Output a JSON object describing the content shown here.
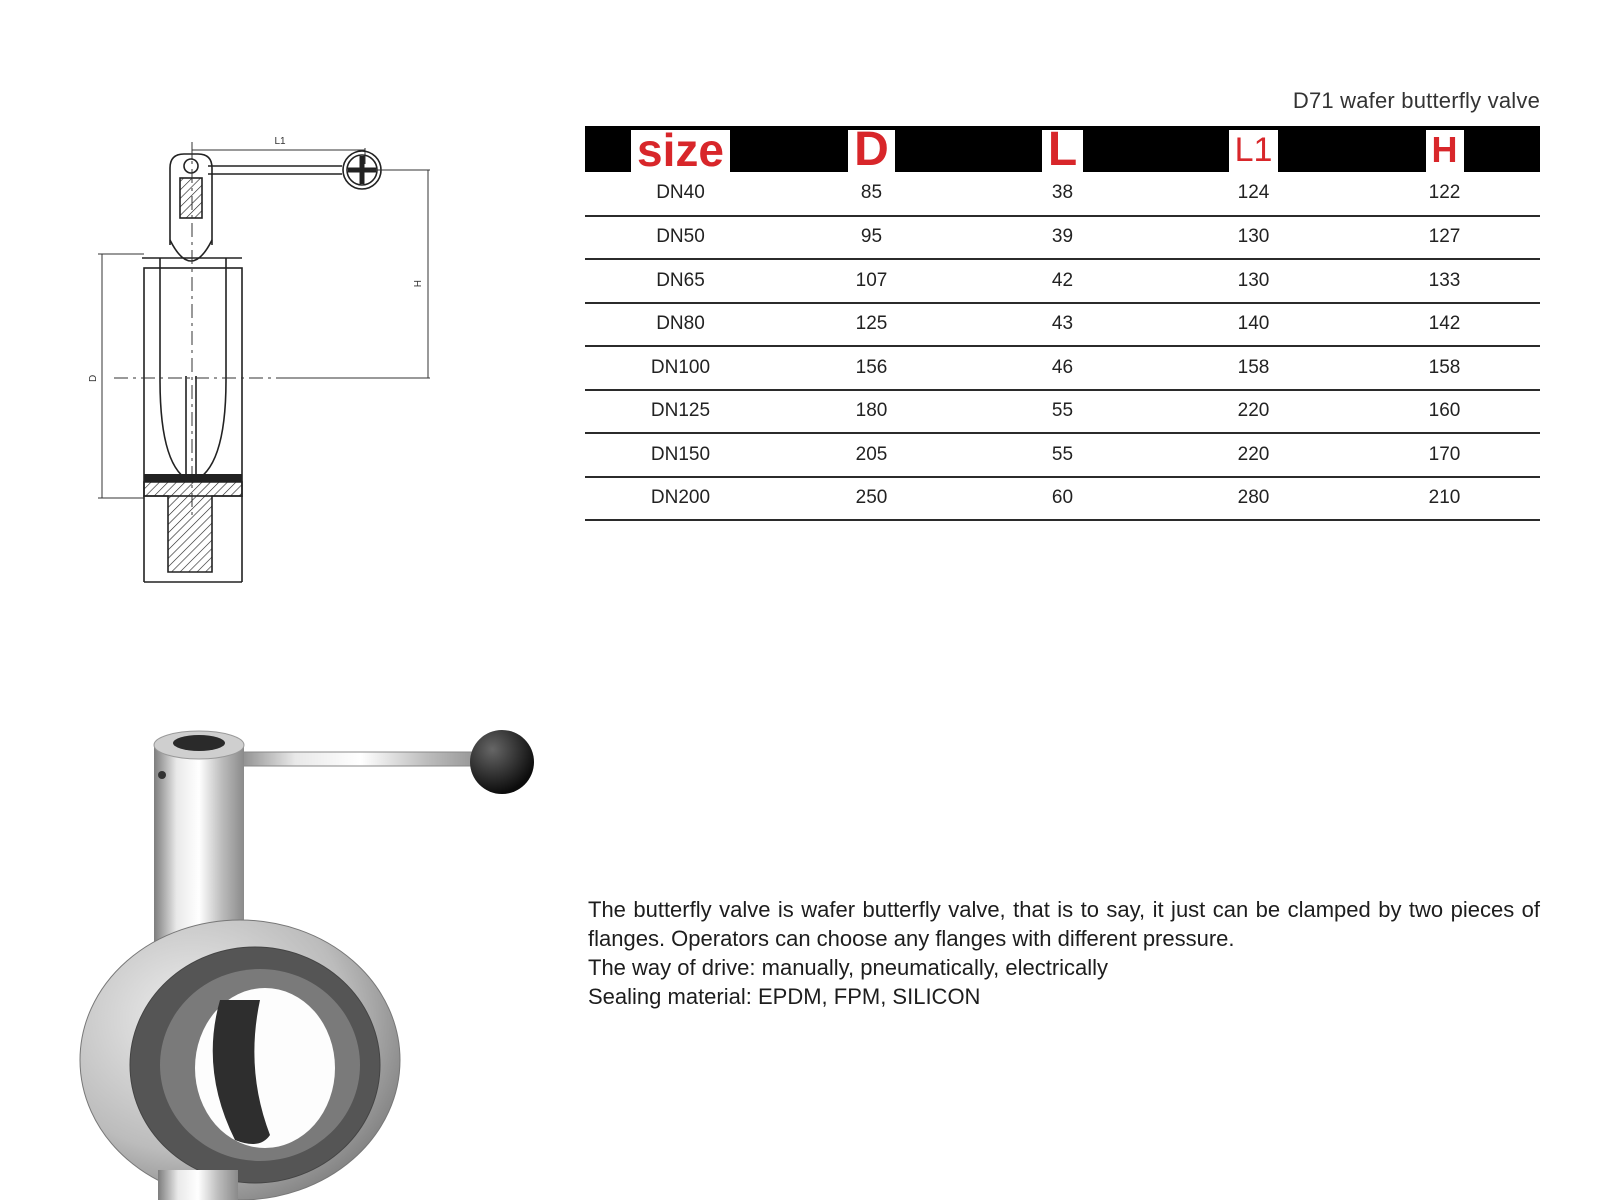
{
  "drawing": {
    "label_l1": "L1",
    "label_h": "H",
    "label_d": "D"
  },
  "spec": {
    "title": "D71 wafer butterfly valve",
    "columns": [
      "size",
      "D",
      "L",
      "L1",
      "H"
    ],
    "rows": [
      [
        "DN40",
        "85",
        "38",
        "124",
        "122"
      ],
      [
        "DN50",
        "95",
        "39",
        "130",
        "127"
      ],
      [
        "DN65",
        "107",
        "42",
        "130",
        "133"
      ],
      [
        "DN80",
        "125",
        "43",
        "140",
        "142"
      ],
      [
        "DN100",
        "156",
        "46",
        "158",
        "158"
      ],
      [
        "DN125",
        "180",
        "55",
        "220",
        "160"
      ],
      [
        "DN150",
        "205",
        "55",
        "220",
        "170"
      ],
      [
        "DN200",
        "250",
        "60",
        "280",
        "210"
      ]
    ]
  },
  "description": {
    "line1": "The butterfly valve is wafer butterfly valve, that is to say, it just can be clamped by two pieces of flanges. Operators can choose any flanges with different pressure.",
    "line2": "The way of drive: manually, pneumatically, electrically",
    "line3": "Sealing material: EPDM, FPM, SILICON"
  },
  "colors": {
    "header_accent": "#d8262a",
    "header_band": "#000000"
  }
}
